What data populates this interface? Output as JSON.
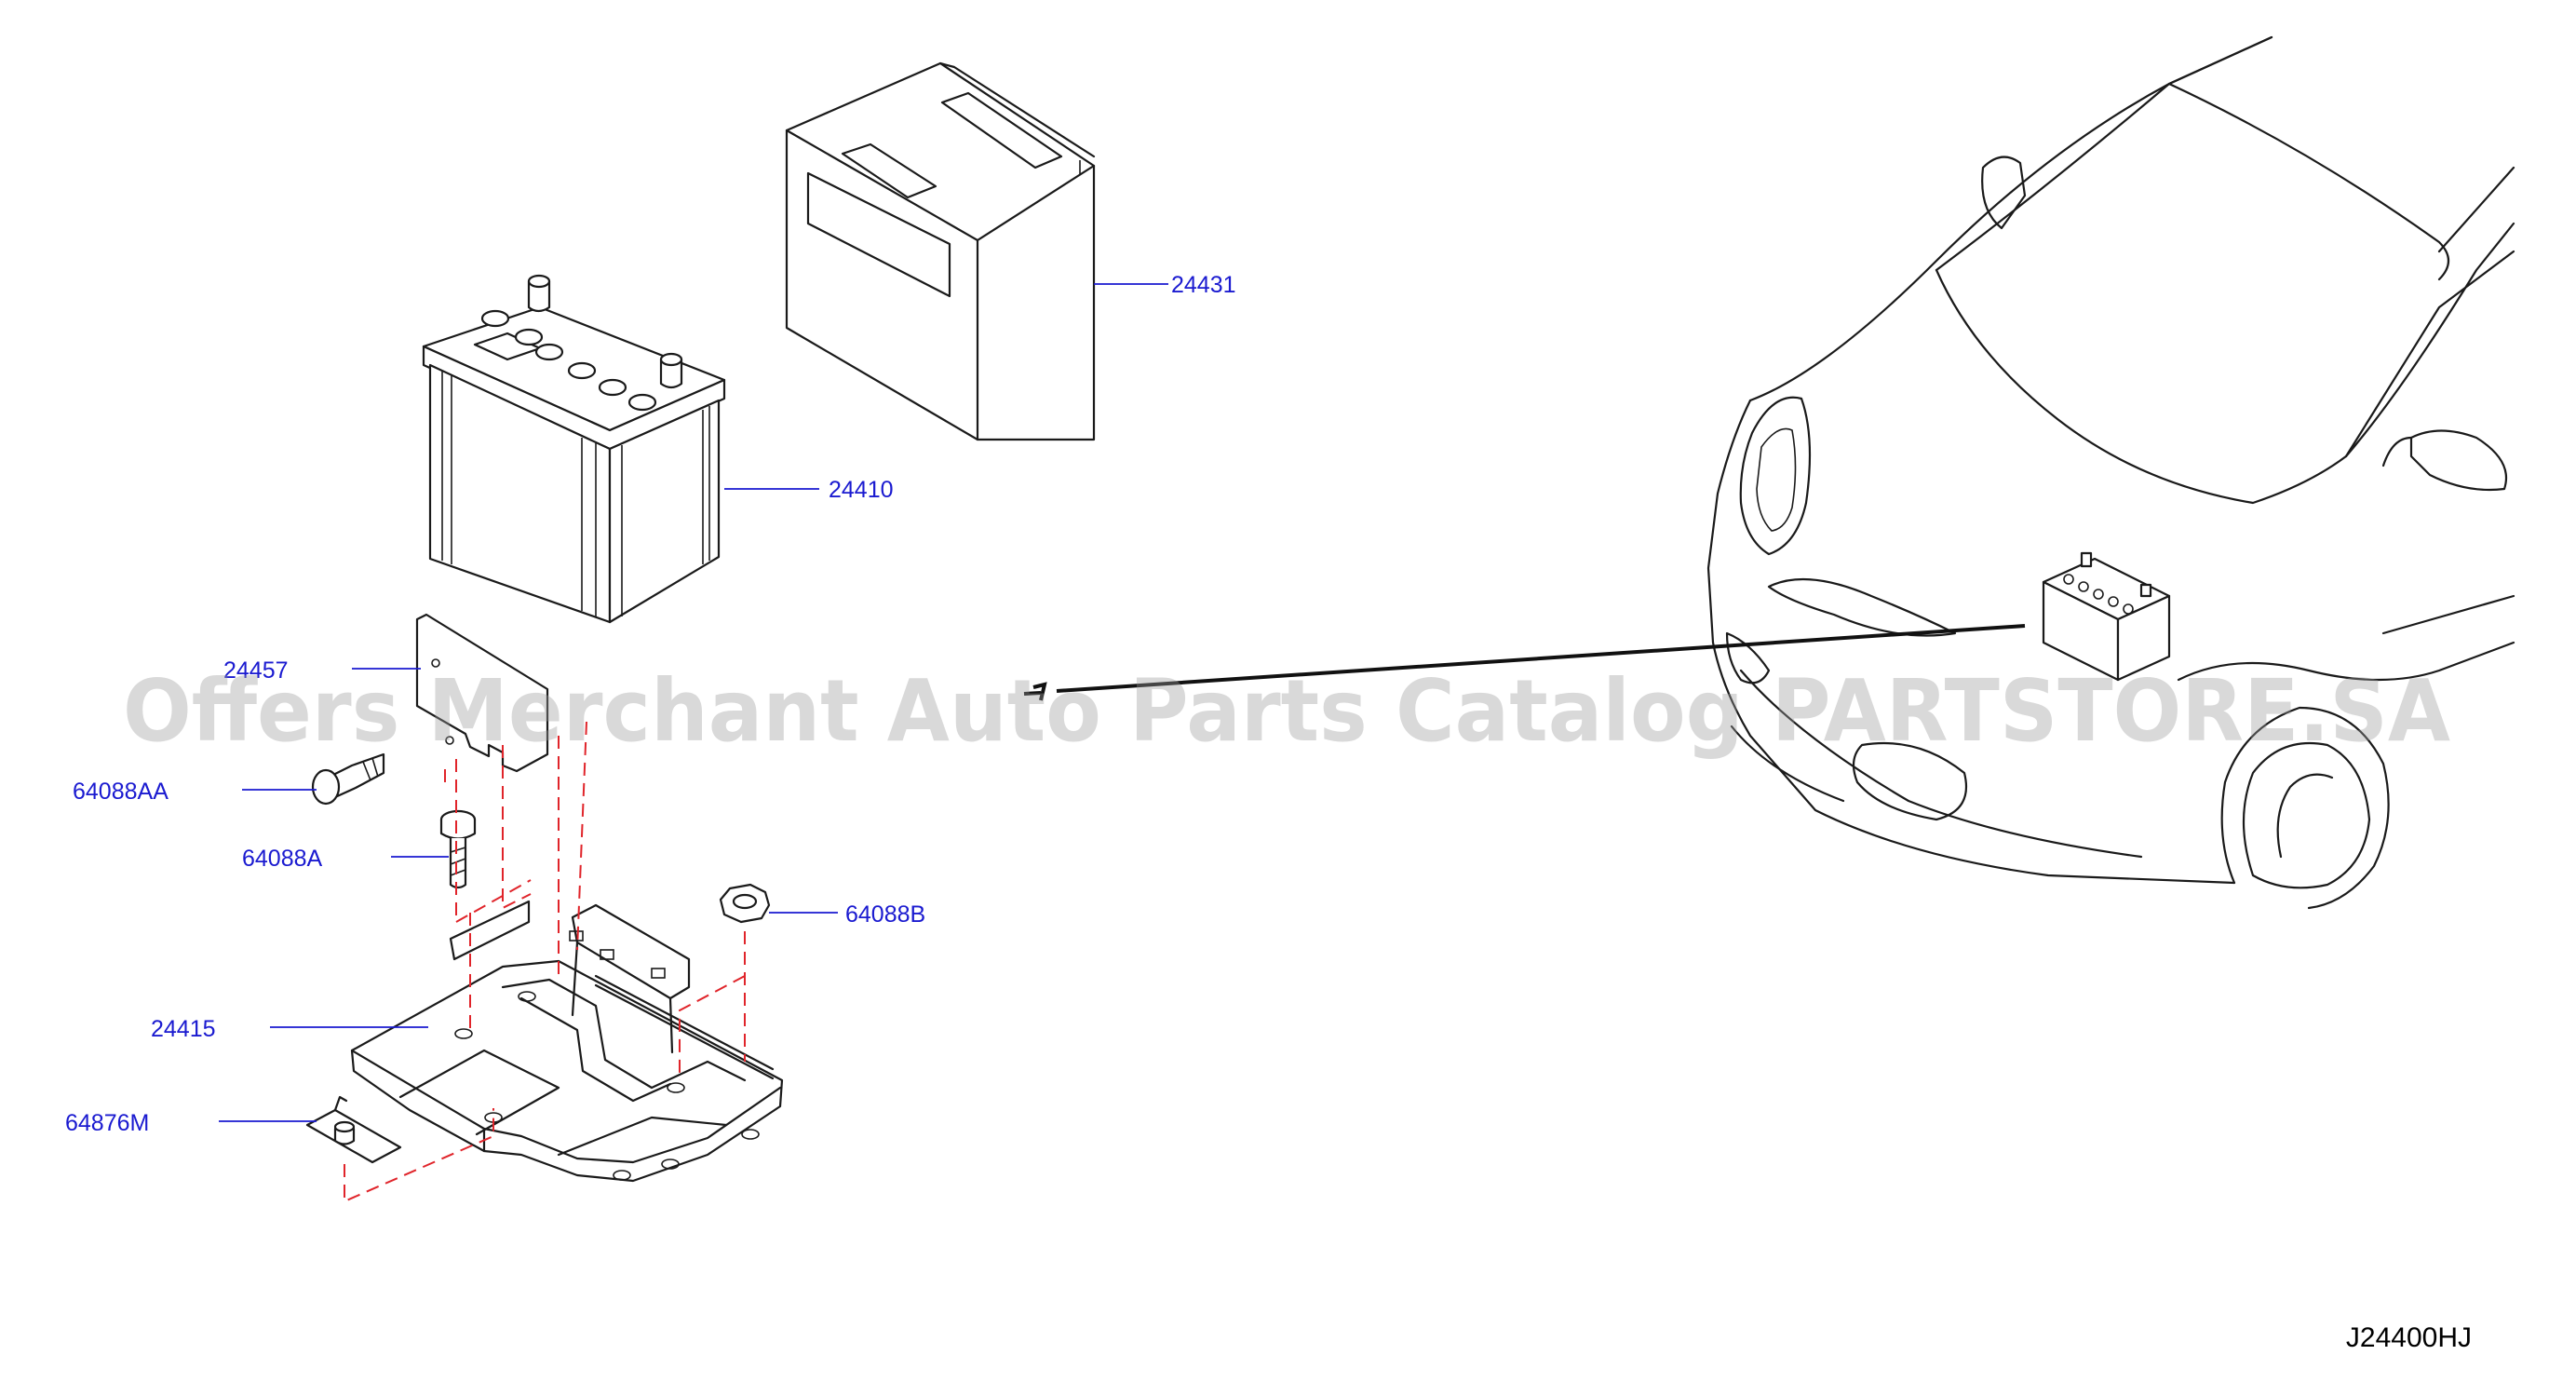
{
  "diagram_code": "J24400HJ",
  "watermark": "Offers Merchant Auto Parts Catalog PARTSTORE.SA",
  "parts": [
    {
      "id": "p24431",
      "label": "24431"
    },
    {
      "id": "p24410",
      "label": "24410"
    },
    {
      "id": "p24457",
      "label": "24457"
    },
    {
      "id": "p64088AA",
      "label": "64088AA"
    },
    {
      "id": "p64088A",
      "label": "64088A"
    },
    {
      "id": "p64088B",
      "label": "64088B"
    },
    {
      "id": "p24415",
      "label": "24415"
    },
    {
      "id": "p64876M",
      "label": "64876M"
    }
  ],
  "colors": {
    "label": "#1a1ad0",
    "leader": "#1a1ad0",
    "guide": "#e0242a",
    "line": "#1a1a1a",
    "watermark": "#9a9a9a"
  }
}
